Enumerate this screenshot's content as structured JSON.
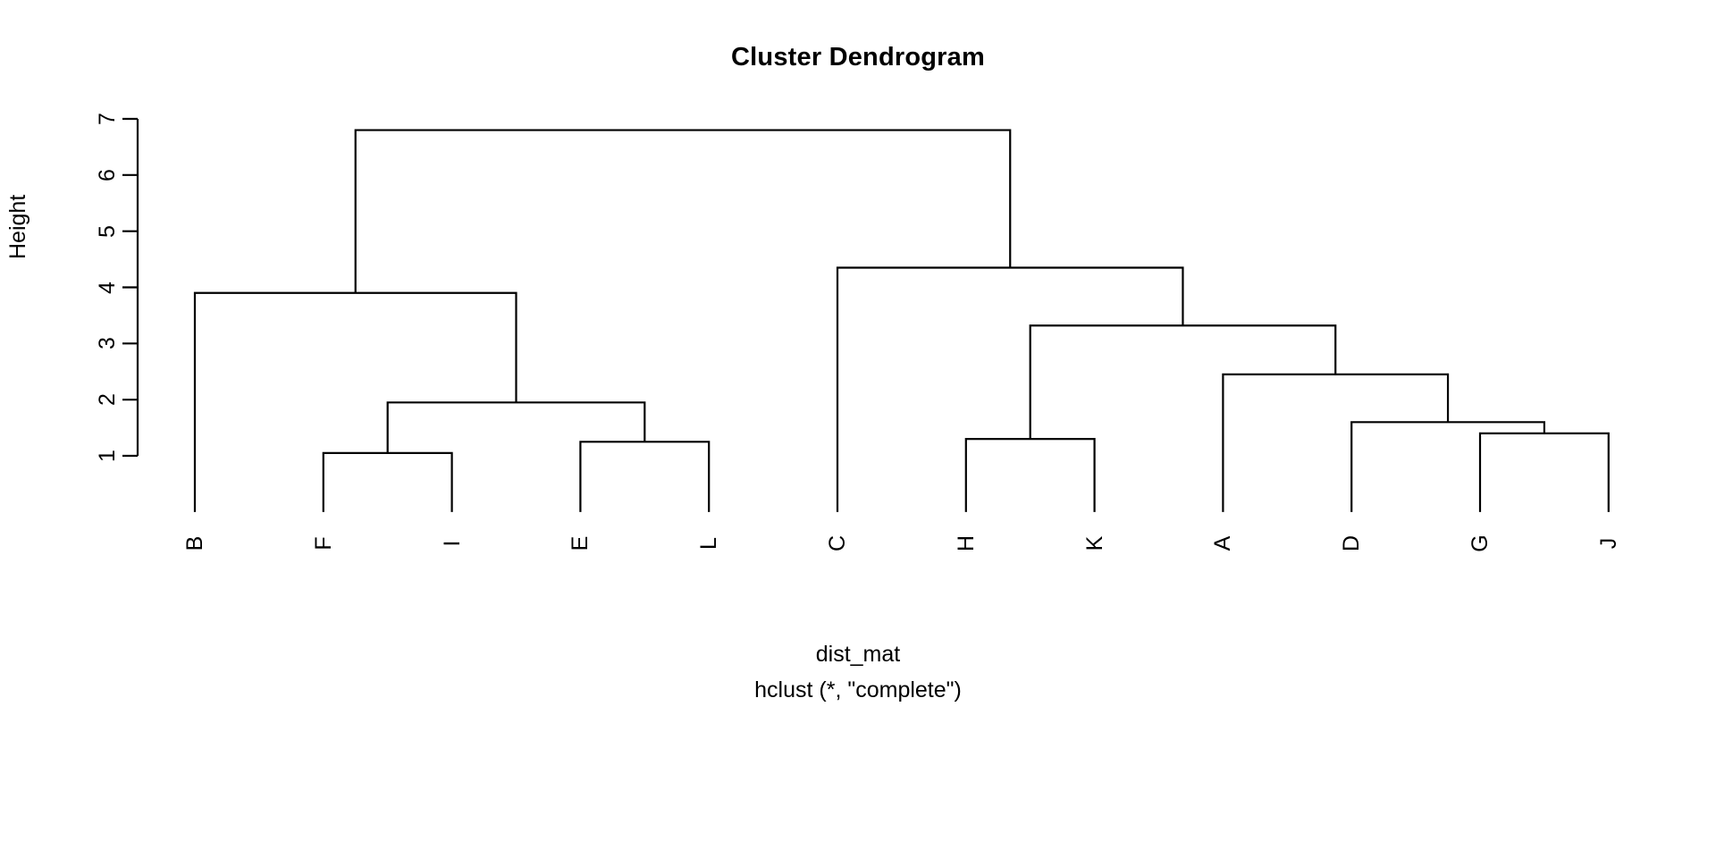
{
  "plot": {
    "title": "Cluster Dendrogram",
    "ylabel": "Height",
    "xlab_line1": "dist_mat",
    "xlab_line2": "hclust (*, \"complete\")",
    "background": "#ffffff",
    "line_color": "#000000"
  },
  "chart_data": {
    "type": "line",
    "title": "Cluster Dendrogram",
    "xlabel": "dist_mat",
    "ylabel": "Height",
    "subtitle": "hclust (*, \"complete\")",
    "method": "complete",
    "grid": false,
    "legend": false,
    "ylim": [
      0,
      7
    ],
    "yticks": [
      1,
      2,
      3,
      4,
      5,
      6,
      7
    ],
    "ytick_labels": [
      "1",
      "2",
      "3",
      "4",
      "5",
      "6",
      "7"
    ],
    "leaf_order": [
      "B",
      "F",
      "I",
      "E",
      "L",
      "C",
      "H",
      "K",
      "A",
      "D",
      "G",
      "J"
    ],
    "leaves": [
      {
        "label": "B",
        "order": 1
      },
      {
        "label": "F",
        "order": 2
      },
      {
        "label": "I",
        "order": 3
      },
      {
        "label": "E",
        "order": 4
      },
      {
        "label": "L",
        "order": 5
      },
      {
        "label": "C",
        "order": 6
      },
      {
        "label": "H",
        "order": 7
      },
      {
        "label": "K",
        "order": 8
      },
      {
        "label": "A",
        "order": 9
      },
      {
        "label": "D",
        "order": 10
      },
      {
        "label": "G",
        "order": 11
      },
      {
        "label": "J",
        "order": 12
      }
    ],
    "merges": [
      {
        "id": "m1",
        "left": "F",
        "right": "I",
        "height": 1.05
      },
      {
        "id": "m2",
        "left": "E",
        "right": "L",
        "height": 1.25
      },
      {
        "id": "m3",
        "left": "m1",
        "right": "m2",
        "height": 1.95
      },
      {
        "id": "m4",
        "left": "B",
        "right": "m3",
        "height": 3.9
      },
      {
        "id": "m5",
        "left": "H",
        "right": "K",
        "height": 1.3
      },
      {
        "id": "m6",
        "left": "G",
        "right": "J",
        "height": 1.4
      },
      {
        "id": "m7",
        "left": "D",
        "right": "m6",
        "height": 1.6
      },
      {
        "id": "m8",
        "left": "A",
        "right": "m7",
        "height": 2.45
      },
      {
        "id": "m9",
        "left": "m5",
        "right": "m8",
        "height": 3.32
      },
      {
        "id": "m10",
        "left": "C",
        "right": "m9",
        "height": 4.35
      },
      {
        "id": "m11",
        "left": "m4",
        "right": "m10",
        "height": 6.8
      }
    ]
  }
}
